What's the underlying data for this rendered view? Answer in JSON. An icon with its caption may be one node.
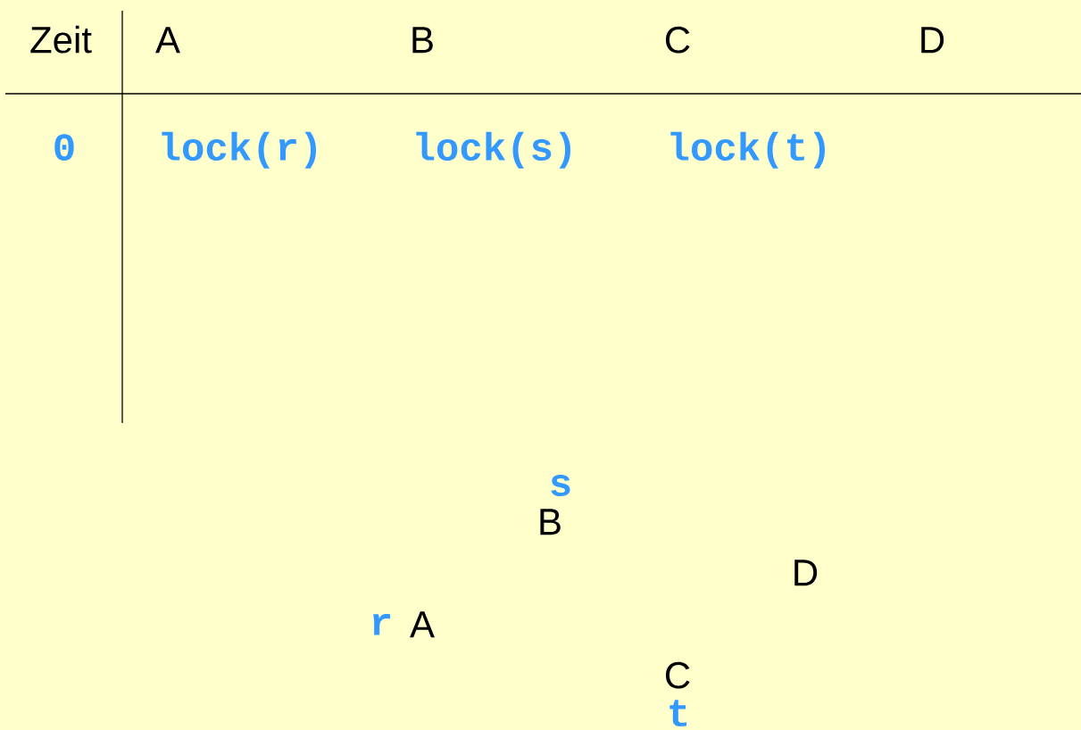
{
  "diagram": {
    "labels": [
      "Zeit",
      "A",
      "B",
      "C",
      "D",
      "0",
      "lock(r)",
      "lock(s)",
      "lock(t)",
      "s",
      "B",
      "D",
      "r",
      "A",
      "C",
      "t"
    ]
  }
}
